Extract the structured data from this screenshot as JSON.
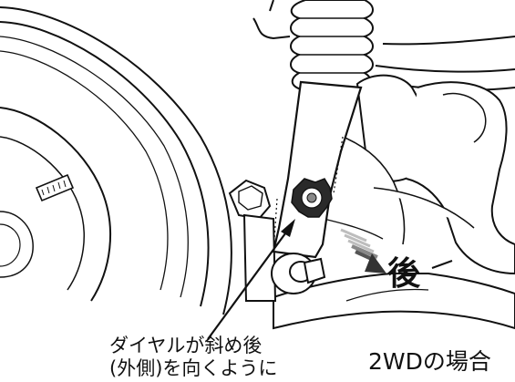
{
  "annotation": {
    "line1": "ダイヤルが斜め後",
    "line2": "(外側)を向くように"
  },
  "direction_label": "後",
  "case_label": "2WDの場合",
  "colors": {
    "ink": "#111111",
    "paper": "#ffffff",
    "shade": "#888888"
  }
}
